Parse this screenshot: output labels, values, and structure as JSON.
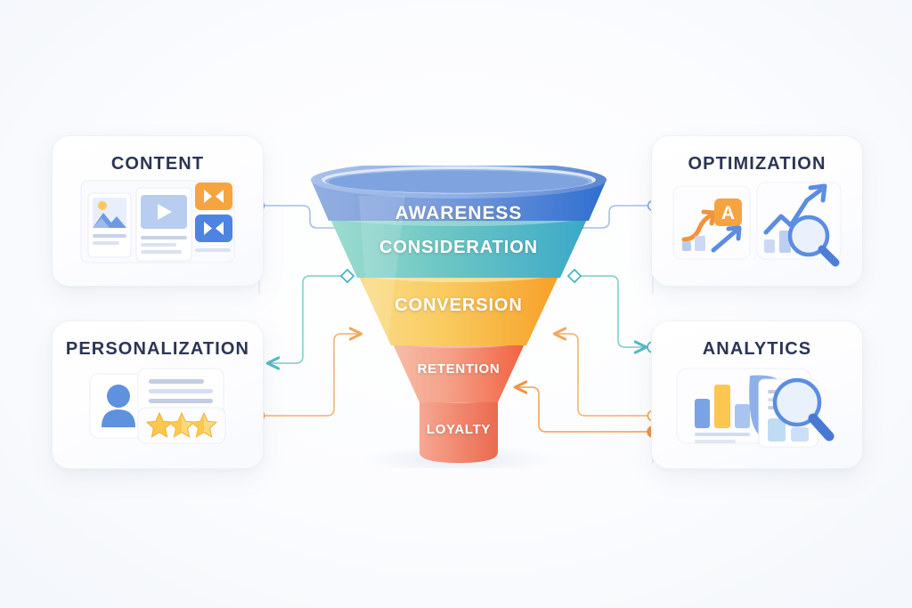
{
  "diagram": {
    "title": "Marketing Funnel Infographic",
    "background_color": "#fbfcfe"
  },
  "funnel": {
    "stages": [
      {
        "label": "AWARENESS",
        "color": "#6b8fd4",
        "color_dark": "#2f6fd0",
        "font_size": 21,
        "index": 1
      },
      {
        "label": "CONSIDERATION",
        "color": "#69c7c2",
        "color_dark": "#3ba8c8",
        "font_size": 20,
        "index": 2
      },
      {
        "label": "CONVERSION",
        "color": "#f8ce63",
        "color_dark": "#f7a22a",
        "font_size": 20,
        "index": 3
      },
      {
        "label": "RETENTION",
        "color": "#f3a08a",
        "color_dark": "#f2603f",
        "font_size": 15,
        "index": 4
      },
      {
        "label": "LOYALTY",
        "color": "#f08a72",
        "color_dark": "#ea6a50",
        "font_size": 15,
        "index": 5
      }
    ],
    "rim_color": "#7e9fe0"
  },
  "cards": {
    "content": {
      "title": "CONTENT",
      "icons": [
        "image-placeholder-icon",
        "video-play-icon",
        "bowtie-badge-orange-icon",
        "bowtie-badge-blue-icon"
      ]
    },
    "optimization": {
      "title": "OPTIMIZATION",
      "icons": [
        "trend-arrow-orange-icon",
        "letter-a-badge-icon",
        "bar-chart-icon",
        "trend-arrow-blue-icon",
        "line-chart-icon",
        "magnifier-icon"
      ]
    },
    "personalization": {
      "title": "PERSONALIZATION",
      "icons": [
        "user-avatar-icon",
        "text-lines-icon",
        "star-rating-icon"
      ]
    },
    "analytics": {
      "title": "ANALYTICS",
      "icons": [
        "bar-chart-icon",
        "document-icon",
        "magnifier-icon"
      ]
    }
  },
  "connectors": [
    {
      "name": "content-to-awareness",
      "from": "content",
      "to": "AWARENESS",
      "color": "#8aa6dc",
      "marker_start": "circle-open",
      "marker_end": "diamond"
    },
    {
      "name": "optimization-to-awareness",
      "from": "optimization",
      "to": "AWARENESS",
      "color": "#8aa6dc",
      "marker_start": "circle-open",
      "marker_end": "diamond"
    },
    {
      "name": "consideration-to-personalization",
      "from": "CONSIDERATION",
      "to": "personalization",
      "color": "#6dc2c4",
      "marker_start": "diamond",
      "marker_end": "arrow-left"
    },
    {
      "name": "consideration-to-analytics",
      "from": "CONSIDERATION",
      "to": "analytics",
      "color": "#6dc2c4",
      "marker_start": "diamond",
      "marker_end": "arrow-right"
    },
    {
      "name": "personalization-to-conversion",
      "from": "personalization",
      "to": "CONVERSION",
      "color": "#f0a85c",
      "marker_start": "circle-open",
      "marker_end": "arrow-right"
    },
    {
      "name": "analytics-to-conversion",
      "from": "analytics",
      "to": "CONVERSION",
      "color": "#f0a85c",
      "marker_start": "circle-open",
      "marker_end": "arrow-left"
    },
    {
      "name": "analytics-to-retention",
      "from": "analytics",
      "to": "RETENTION",
      "color": "#ef9246",
      "marker_start": "circle-filled",
      "marker_end": "arrow-left"
    }
  ],
  "palette": {
    "title_text": "#2b3553",
    "blue": "#5b8de0",
    "teal": "#6dc2c4",
    "orange": "#f5a43c",
    "salmon": "#f07a5e",
    "light_blue": "#a8c2ea",
    "pale": "#dde4f2"
  }
}
